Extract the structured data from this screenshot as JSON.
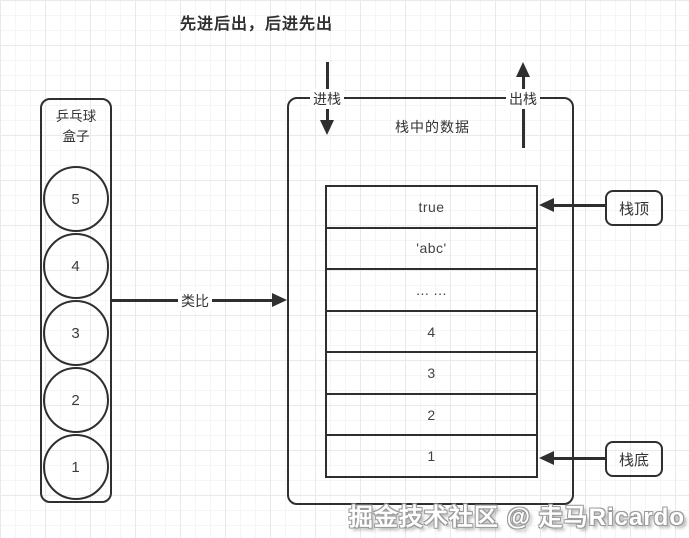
{
  "title": "先进后出，后进先出",
  "left_box": {
    "label_line1": "乒乓球",
    "label_line2": "盒子",
    "balls": [
      "5",
      "4",
      "3",
      "2",
      "1"
    ]
  },
  "analogy": {
    "label": "类比"
  },
  "stack_box": {
    "title": "栈中的数据",
    "push_label": "进栈",
    "pop_label": "出栈",
    "rows": [
      "true",
      "'abc'",
      "... ...",
      "4",
      "3",
      "2",
      "1"
    ]
  },
  "annotations": {
    "top": "栈顶",
    "bottom": "栈底"
  },
  "watermark": "掘金技术社区 @ 走马Ricardo",
  "colors": {
    "stroke": "#2f2f2f",
    "background": "#ffffff",
    "grid_minor": "#f5f5f7",
    "grid_major": "#e9e9ed",
    "watermark_fill": "#ffffff",
    "watermark_outline": "#9a9a9a"
  }
}
